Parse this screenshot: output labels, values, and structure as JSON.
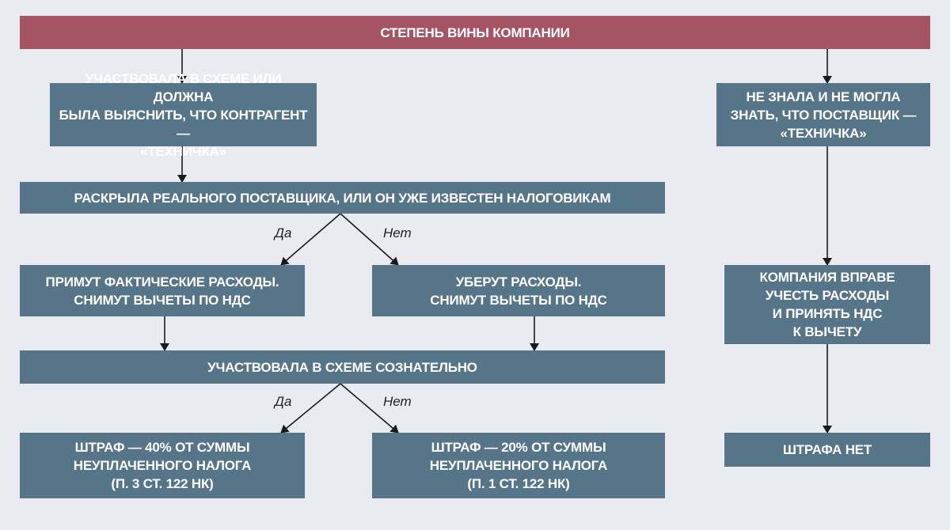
{
  "title": "СТЕПЕНЬ ВИНЫ КОМПАНИИ",
  "nodes": {
    "participated": "УЧАСТВОВАЛА В СХЕМЕ ИЛИ ДОЛЖНА\nБЫЛА ВЫЯСНИТЬ, ЧТО КОНТРАГЕНТ —\n«ТЕХНИЧКА»",
    "did_not_know": "НЕ ЗНАЛА И НЕ МОГЛА\nЗНАТЬ, ЧТО ПОСТАВЩИК —\n«ТЕХНИЧКА»",
    "disclosed": "РАСКРЫЛА РЕАЛЬНОГО ПОСТАВЩИКА, ИЛИ ОН УЖЕ ИЗВЕСТЕН НАЛОГОВИКАМ",
    "accept_expenses": "ПРИМУТ ФАКТИЧЕСКИЕ РАСХОДЫ.\nСНИМУТ ВЫЧЕТЫ ПО НДС",
    "remove_expenses": "УБЕРУТ РАСХОДЫ.\nСНИМУТ ВЫЧЕТЫ ПО НДС",
    "deliberate": "УЧАСТВОВАЛА В СХЕМЕ СОЗНАТЕЛЬНО",
    "fine_40": "ШТРАФ — 40% ОТ СУММЫ\nНЕУПЛАЧЕННОГО НАЛОГА\n(П. 3 СТ. 122 НК)",
    "fine_20": "ШТРАФ — 20% ОТ СУММЫ\nНЕУПЛАЧЕННОГО НАЛОГА\n(П. 1 СТ. 122 НК)",
    "may_deduct": "КОМПАНИЯ ВПРАВЕ\nУЧЕСТЬ РАСХОДЫ\nИ ПРИНЯТЬ НДС\nК ВЫЧЕТУ",
    "no_fine": "ШТРАФА НЕТ"
  },
  "branch_labels": {
    "yes": "Да",
    "no": "Нет"
  },
  "colors": {
    "header": "#a55463",
    "box": "#567589",
    "background": "#e9ebf0",
    "arrow": "#1a1a1a"
  }
}
